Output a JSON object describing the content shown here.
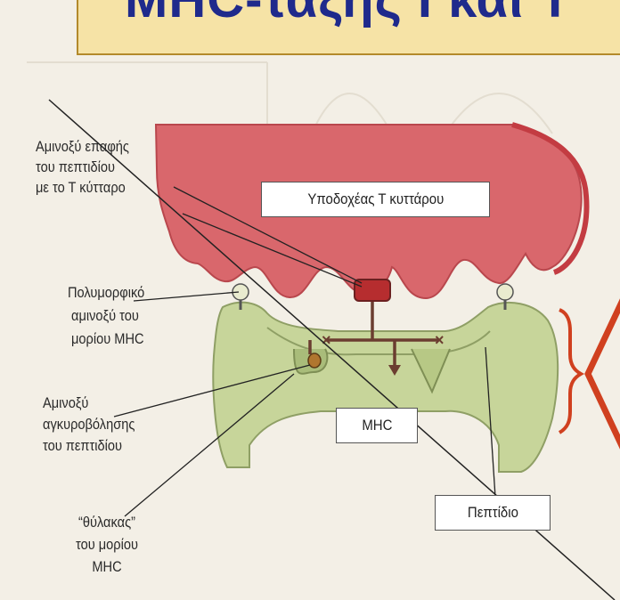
{
  "title": "ΜΗC-τάξης Ι και Τ",
  "labels": {
    "contact_residue_line1": "Αμινοξύ επαφής",
    "contact_residue_line2": "του πεπτιδίου",
    "contact_residue_line3": "με το Τ κύτταρο",
    "polymorphic_line1": "Πολυμορφικό",
    "polymorphic_line2": "αμινοξύ του",
    "polymorphic_line3": "μορίου MHC",
    "anchor_line1": "Αμινοξύ",
    "anchor_line2": "αγκυροβόλησης",
    "anchor_line3": "του πεπτιδίου",
    "pocket_line1": "“θύλακας”",
    "pocket_line2": "του μορίου",
    "pocket_line3": "MHC"
  },
  "boxes": {
    "tcr": "Υποδοχέας Τ κυττάρου",
    "mhc": "MHC",
    "peptide": "Πεπτίδιο"
  },
  "colors": {
    "tcr_fill": "#d9676c",
    "mhc_fill": "#c7d59a",
    "bracket": "#d0401f",
    "title_text": "#1f2a8c",
    "title_bg": "#f6e3a6"
  }
}
